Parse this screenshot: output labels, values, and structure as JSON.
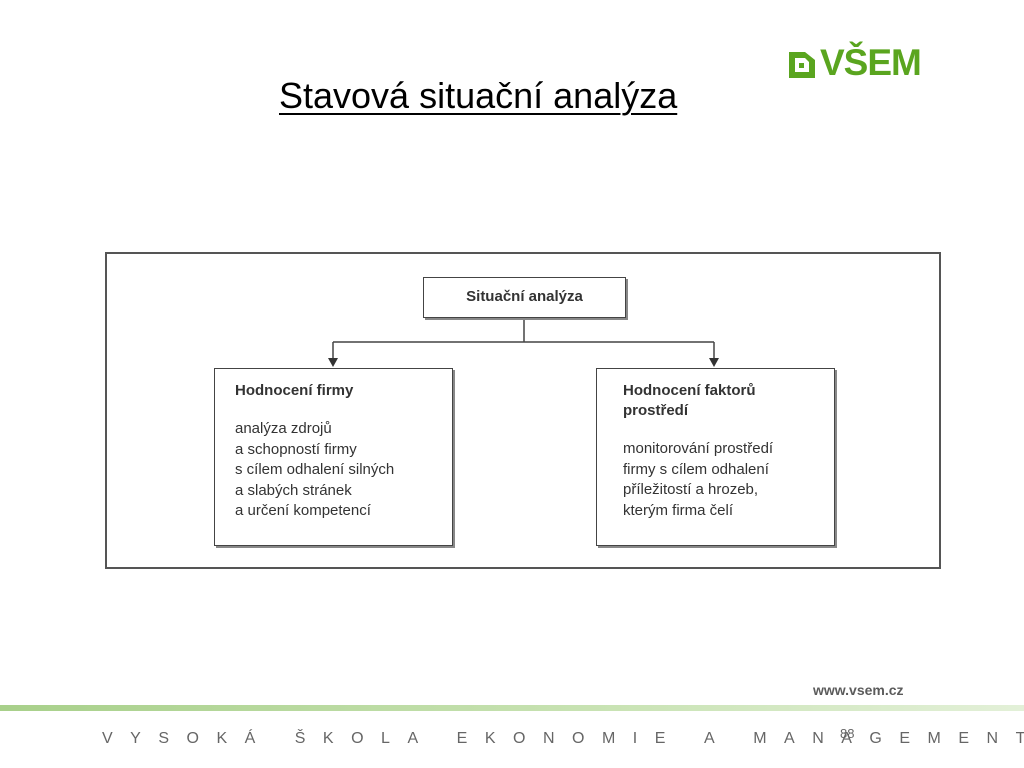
{
  "slide": {
    "title": "Stavová situační analýza",
    "page_number": "88"
  },
  "logo": {
    "text": "VŠEM",
    "brand_color": "#5aa51f"
  },
  "diagram": {
    "root": "Situační analýza",
    "left": {
      "title": "Hodnocení firmy",
      "body": [
        "analýza zdrojů",
        "a schopností firmy",
        "s cílem odhalení silných",
        "a slabých stránek",
        "a určení kompetencí"
      ]
    },
    "right": {
      "title": [
        "Hodnocení faktorů",
        "prostředí"
      ],
      "body": [
        "monitorování prostředí",
        "firmy s cílem odhalení",
        "příležitostí a hrozeb,",
        "kterým firma čelí"
      ]
    }
  },
  "footer": {
    "website": "www.vsem.cz",
    "school_name": "VYSOKÁ ŠKOLA EKONOMIE A MANAGEMENTU"
  }
}
